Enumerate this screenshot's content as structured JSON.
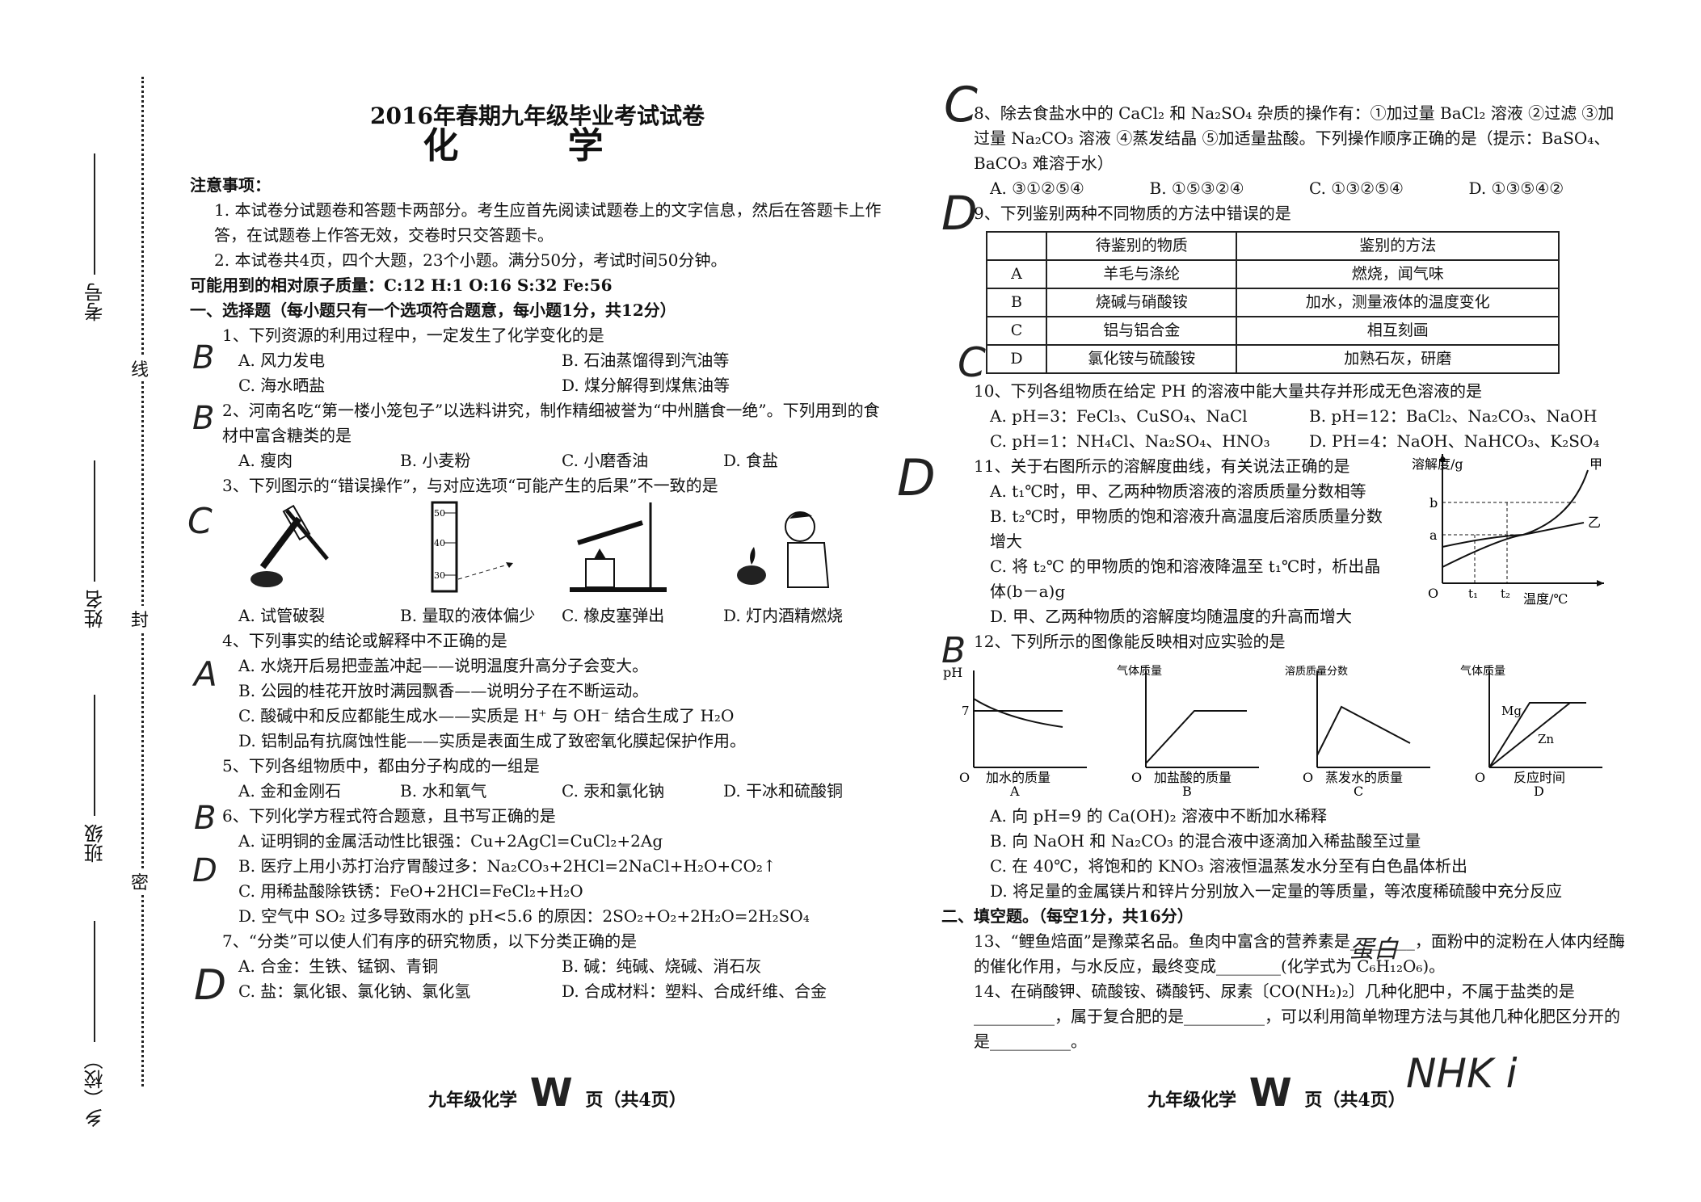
{
  "binding": {
    "fields": [
      "考号",
      "姓名",
      "班级",
      "乡（校）"
    ],
    "seal_chars": [
      "线",
      "封",
      "密"
    ]
  },
  "left": {
    "title": "2016年春期九年级毕业考试试卷",
    "subject": "化 学",
    "notice_head": "注意事项：",
    "notice1": "1. 本试卷分试题卷和答题卡两部分。考生应首先阅读试题卷上的文字信息，然后在答题卡上作答，在试题卷上作答无效，交卷时只交答题卡。",
    "notice2": "2. 本试卷共4页，四个大题，23个小题。满分50分，考试时间50分钟。",
    "atomic": "可能用到的相对原子质量：C:12  H:1  O:16  S:32  Fe:56",
    "section1": "一、选择题（每小题只有一个选项符合题意，每小题1分，共12分）",
    "q1": "1、下列资源的利用过程中，一定发生了化学变化的是",
    "q1_opts": [
      "A. 风力发电",
      "B. 石油蒸馏得到汽油等",
      "C. 海水晒盐",
      "D. 煤分解得到煤焦油等"
    ],
    "q2": "2、河南名吃“第一楼小笼包子”以选料讲究，制作精细被誉为“中州膳食一绝”。下列用到的食材中富含糖类的是",
    "q2_opts": [
      "A. 瘦肉",
      "B. 小麦粉",
      "C. 小磨香油",
      "D. 食盐"
    ],
    "q3": "3、下列图示的“错误操作”，与对应选项“可能产生的后果”不一致的是",
    "q3_opts": [
      "A. 试管破裂",
      "B. 量取的液体偏少",
      "C. 橡皮塞弹出",
      "D. 灯内酒精燃烧"
    ],
    "q3_cyl_marks": [
      "50",
      "40",
      "30"
    ],
    "q4": "4、下列事实的结论或解释中不正确的是",
    "q4_opts": [
      "A. 水烧开后易把壶盖冲起——说明温度升高分子会变大。",
      "B. 公园的桂花开放时满园飘香——说明分子在不断运动。",
      "C. 酸碱中和反应都能生成水——实质是 H⁺ 与 OH⁻ 结合生成了 H₂O",
      "D. 铝制品有抗腐蚀性能——实质是表面生成了致密氧化膜起保护作用。"
    ],
    "q5": "5、下列各组物质中，都由分子构成的一组是",
    "q5_opts": [
      "A. 金和金刚石",
      "B. 水和氧气",
      "C. 汞和氯化钠",
      "D. 干冰和硫酸铜"
    ],
    "q6": "6、下列化学方程式符合题意，且书写正确的是",
    "q6_opts": [
      "A. 证明铜的金属活动性比银强：Cu+2AgCl=CuCl₂+2Ag",
      "B. 医疗上用小苏打治疗胃酸过多：Na₂CO₃+2HCl=2NaCl+H₂O+CO₂↑",
      "C. 用稀盐酸除铁锈：FeO+2HCl=FeCl₂+H₂O",
      "D. 空气中 SO₂ 过多导致雨水的 pH<5.6 的原因：2SO₂+O₂+2H₂O=2H₂SO₄"
    ],
    "q7": "7、“分类”可以使人们有序的研究物质，以下分类正确的是",
    "q7_opts": [
      "A. 合金：生铁、锰钢、青铜",
      "B. 碱：纯碱、烧碱、消石灰",
      "C. 盐：氯化银、氯化钠、氯化氢",
      "D. 合成材料：塑料、合成纤维、合金"
    ],
    "footer_pre": "九年级化学",
    "footer_post": "页（共4页）"
  },
  "right": {
    "q8": "8、除去食盐水中的 CaCl₂ 和 Na₂SO₄ 杂质的操作有：①加过量 BaCl₂ 溶液 ②过滤 ③加过量 Na₂CO₃ 溶液 ④蒸发结晶 ⑤加适量盐酸。下列操作顺序正确的是（提示：BaSO₄、BaCO₃ 难溶于水）",
    "q8_opts": [
      "A. ③①②⑤④",
      "B. ①⑤③②④",
      "C. ①③②⑤④",
      "D. ①③⑤④②"
    ],
    "q9": "9、下列鉴别两种不同物质的方法中错误的是",
    "q9_table": {
      "headers": [
        "",
        "待鉴别的物质",
        "鉴别的方法"
      ],
      "rows": [
        [
          "A",
          "羊毛与涤纶",
          "燃烧，闻气味"
        ],
        [
          "B",
          "烧碱与硝酸铵",
          "加水，测量液体的温度变化"
        ],
        [
          "C",
          "铝与铝合金",
          "相互刻画"
        ],
        [
          "D",
          "氯化铵与硫酸铵",
          "加熟石灰，研磨"
        ]
      ]
    },
    "q10": "10、下列各组物质在给定 PH 的溶液中能大量共存并形成无色溶液的是",
    "q10_opts": [
      "A. pH=3：FeCl₃、CuSO₄、NaCl",
      "B. pH=12：BaCl₂、Na₂CO₃、NaOH",
      "C. pH=1：NH₄Cl、Na₂SO₄、HNO₃",
      "D. PH=4：NaOH、NaHCO₃、K₂SO₄"
    ],
    "q11": "11、关于右图所示的溶解度曲线，有关说法正确的是",
    "q11_A": "A. t₁℃时，甲、乙两种物质溶液的溶质质量分数相等",
    "q11_B": "B. t₂℃时，甲物质的饱和溶液升高温度后溶质质量分数增大",
    "q11_C": "C. 将 t₂℃ 的甲物质的饱和溶液降温至 t₁℃时，析出晶体(b－a)g",
    "q11_D": "D. 甲、乙两种物质的溶解度均随温度的升高而增大",
    "sol_graph": {
      "ylabel": "溶解度/g",
      "xlabel": "温度/℃",
      "origin": "O",
      "a": "a",
      "b": "b",
      "t1": "t₁",
      "t2": "t₂",
      "jia": "甲",
      "yi": "乙"
    },
    "q12": "12、下列所示的图像能反映相对应实验的是",
    "graphs": [
      {
        "ylabel": "pH",
        "xlabel": "加水的质量",
        "letter": "A",
        "tick": "7"
      },
      {
        "ylabel": "气体质量",
        "xlabel": "加盐酸的质量",
        "letter": "B"
      },
      {
        "ylabel": "溶质质量分数",
        "xlabel": "蒸发水的质量",
        "letter": "C"
      },
      {
        "ylabel": "气体质量",
        "xlabel": "反应时间",
        "letter": "D",
        "mg": "Mg",
        "zn": "Zn"
      }
    ],
    "graph_origin": "O",
    "q12_opts": [
      "A. 向 pH=9 的 Ca(OH)₂ 溶液中不断加水稀释",
      "B. 向 NaOH 和 Na₂CO₃ 的混合液中逐滴加入稀盐酸至过量",
      "C. 在 40℃，将饱和的 KNO₃ 溶液恒温蒸发水分至有白色晶体析出",
      "D. 将足量的金属镁片和锌片分别放入一定量的等质量，等浓度稀硫酸中充分反应"
    ],
    "section2": "二、填空题。（每空1分，共16分）",
    "q13": "13、“鲤鱼焙面”是豫菜名品。鱼肉中富含的营养素是________，面粉中的淀粉在人体内经酶的催化作用，与水反应，最终变成________(化学式为 C₆H₁₂O₆)。",
    "q14": "14、在硝酸钾、硫酸铵、磷酸钙、尿素〔CO(NH₂)₂〕几种化肥中，不属于盐类的是__________，属于复合肥的是__________，可以利用简单物理方法与其他几种化肥区分开的是__________。",
    "footer_pre": "九年级化学",
    "footer_post": "页（共4页）"
  },
  "handwriting": {
    "q1": "B",
    "q2": "B",
    "q3": "C",
    "q4": "A",
    "q5": "B",
    "q6": "D",
    "q7": "D",
    "q8": "C",
    "q9": "D",
    "q10": "C",
    "q11": "D",
    "q12": "B",
    "q13": "蛋白",
    "page_left": "W",
    "page_right": "W",
    "corner": "NHK i"
  }
}
